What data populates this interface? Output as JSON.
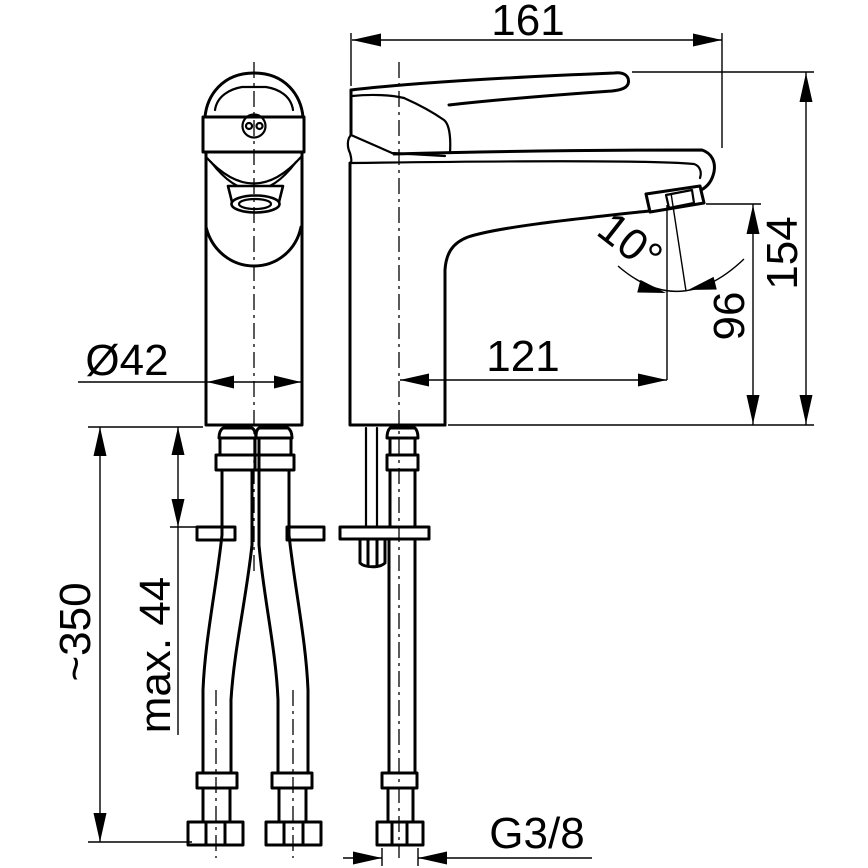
{
  "drawing": {
    "type": "faucet technical dimension drawing",
    "views": {
      "front": "front view",
      "side": "side view"
    },
    "colors": {
      "line": "#000000",
      "background": "#ffffff"
    },
    "dimensions": {
      "overall_width": "161",
      "overall_height": "154",
      "outlet_height": "96",
      "spout_reach": "121",
      "outlet_angle": "10°",
      "body_diameter": "Ø42",
      "hose_length": "~350",
      "max_deck_thickness": "max. 44",
      "thread_size": "G3/8"
    }
  }
}
